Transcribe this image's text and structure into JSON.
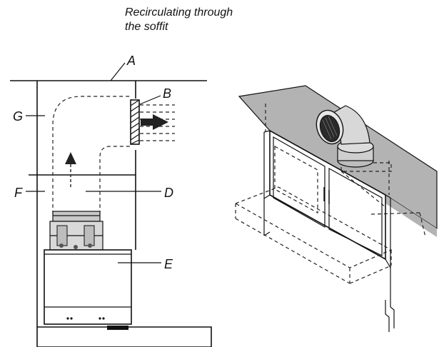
{
  "title": {
    "line1": "Recirculating through",
    "line2": "the soffit"
  },
  "callouts": {
    "a": "A",
    "b": "B",
    "d": "D",
    "e": "E",
    "f": "F",
    "g": "G"
  },
  "colors": {
    "line": "#111111",
    "fill_grey": "#b3b3b3",
    "hood_body": "#ffffff"
  },
  "icons": {
    "airflow_up": "arrow-up-triangle",
    "airflow_out": "arrow-right-block",
    "vent_grille": "hatched-grille",
    "elbow": "duct-elbow"
  }
}
